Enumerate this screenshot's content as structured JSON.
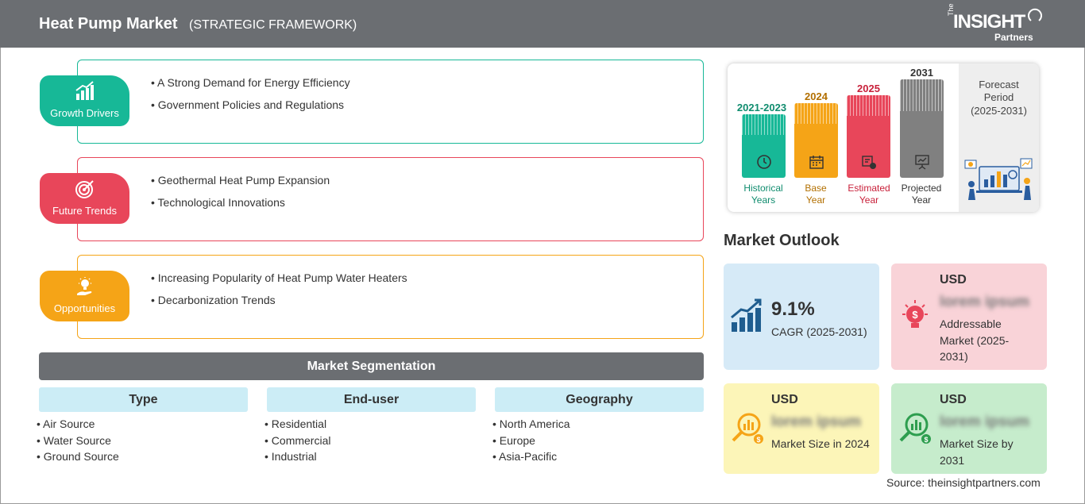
{
  "header": {
    "title": "Heat Pump Market",
    "subtitle": "(STRATEGIC FRAMEWORK)",
    "logo": {
      "the": "The",
      "insight": "INSIGHT",
      "partners": "Partners"
    }
  },
  "framework": {
    "growth_drivers": {
      "label": "Growth Drivers",
      "color": "#17b897",
      "icon": "bar-chart-icon",
      "items": [
        "A Strong Demand for Energy Efficiency",
        "Government Policies and Regulations"
      ]
    },
    "future_trends": {
      "label": "Future Trends",
      "color": "#e8465a",
      "icon": "target-icon",
      "items": [
        "Geothermal Heat Pump Expansion",
        "Technological Innovations"
      ]
    },
    "opportunities": {
      "label": "Opportunities",
      "color": "#f5a417",
      "icon": "lightbulb-hand-icon",
      "items": [
        "Increasing Popularity of Heat Pump Water Heaters",
        "Decarbonization Trends"
      ]
    }
  },
  "segmentation": {
    "title": "Market Segmentation",
    "columns": [
      {
        "heading": "Type",
        "items": [
          "Air Source",
          "Water Source",
          "Ground Source"
        ]
      },
      {
        "heading": "End-user",
        "items": [
          "Residential",
          "Commercial",
          "Industrial"
        ]
      },
      {
        "heading": "Geography",
        "items": [
          "North America",
          "Europe",
          "Asia-Pacific"
        ]
      }
    ]
  },
  "timeline": {
    "bars": [
      {
        "year": "2021-2023",
        "caption": [
          "Historical",
          "Years"
        ],
        "color": "#17b897",
        "year_color": "#0f8c6e",
        "icon": "history-icon"
      },
      {
        "year": "2024",
        "caption": [
          "Base",
          "Year"
        ],
        "color": "#f5a417",
        "year_color": "#b26f00",
        "icon": "calendar-icon"
      },
      {
        "year": "2025",
        "caption": [
          "Estimated",
          "Year"
        ],
        "color": "#e8465a",
        "year_color": "#c8203a",
        "icon": "estimate-icon"
      },
      {
        "year": "2031",
        "caption": [
          "Projected",
          "Year"
        ],
        "color": "#808080",
        "year_color": "#333333",
        "icon": "presentation-icon"
      }
    ],
    "forecast_label": "Forecast Period",
    "forecast_years": "(2025-2031)"
  },
  "outlook": {
    "title": "Market Outlook",
    "cagr": {
      "value": "9.1%",
      "label": "CAGR (2025-2031)",
      "bg": "#d6eaf7"
    },
    "addressable": {
      "usd": "USD",
      "value": "lorem ipsum",
      "label": "Addressable Market (2025-2031)",
      "bg": "#f9d3d8"
    },
    "size_2024": {
      "usd": "USD",
      "value": "lorem ipsum",
      "label": "Market Size in 2024",
      "bg": "#fcf5b8"
    },
    "size_2031": {
      "usd": "USD",
      "value": "lorem ipsum",
      "label": "Market Size by 2031",
      "bg": "#c6eccc"
    }
  },
  "source": "Source: theinsightpartners.com"
}
